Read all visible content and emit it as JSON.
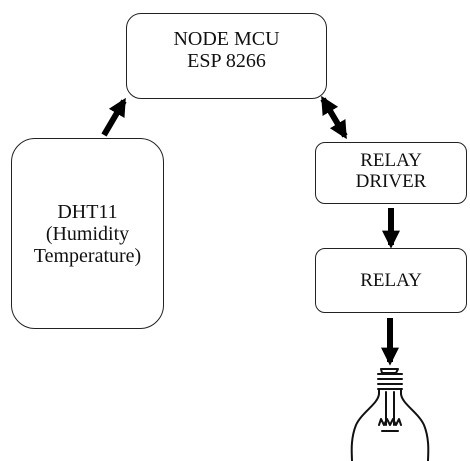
{
  "nodes": {
    "mcu": {
      "line1": "NODE MCU",
      "line2": "ESP 8266"
    },
    "sensor": {
      "line1": "DHT11",
      "line2": "(Humidity",
      "line3": "Temperature)"
    },
    "driver": {
      "line1": "RELAY",
      "line2": "DRIVER"
    },
    "relay": {
      "label": "RELAY"
    }
  },
  "load_icon": "light-bulb-icon",
  "colors": {
    "stroke": "#222222",
    "arrow": "#000000"
  }
}
